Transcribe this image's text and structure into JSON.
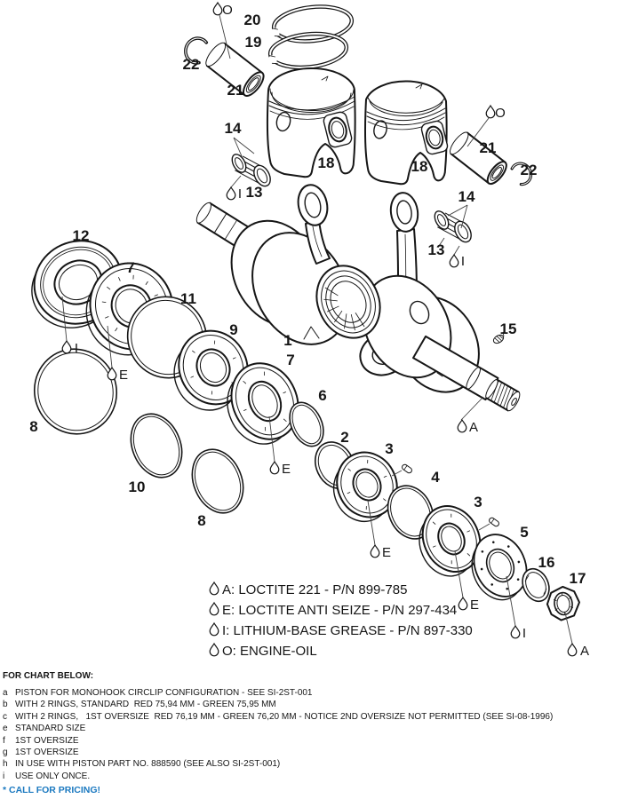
{
  "labels": {
    "oil_top": "O",
    "n20": "20",
    "n19": "19",
    "n22_left": "22",
    "n21_left": "21",
    "n18_left": "18",
    "n18_right": "18",
    "n14_left": "14",
    "n13_left": "13",
    "i_13_left": "I",
    "oil_right": "O",
    "n21_right": "21",
    "n22_right": "22",
    "n14_right": "14",
    "n13_right": "13",
    "i_13_right": "I",
    "n12": "12",
    "n7_left": "7",
    "n11": "11",
    "i_12": "I",
    "e_7_left": "E",
    "n8_left": "8",
    "n10": "10",
    "n8_mid": "8",
    "n9": "9",
    "n1": "1",
    "n7_mid": "7",
    "e_7_mid": "E",
    "n6": "6",
    "n2": "2",
    "n3_left": "3",
    "n4": "4",
    "e_3_left": "E",
    "n3_right": "3",
    "n5": "5",
    "e_3_right": "E",
    "n16": "16",
    "n17": "17",
    "i_5": "I",
    "a_17": "A",
    "n15": "15",
    "a_shaft": "A"
  },
  "legend": {
    "a": "A: LOCTITE 221 - P/N 899-785",
    "e": "E: LOCTITE ANTI SEIZE - P/N 297-434",
    "i": "I:  LITHIUM-BASE GREASE - P/N 897-330",
    "o": "O: ENGINE-OIL"
  },
  "notes": {
    "title": "FOR CHART BELOW:",
    "rows": [
      {
        "key": "a",
        "text": "PISTON FOR MONOHOOK CIRCLIP CONFIGURATION - SEE SI-2ST-001"
      },
      {
        "key": "b",
        "text": "WITH 2 RINGS, STANDARD  RED 75,94 MM - GREEN 75,95 MM"
      },
      {
        "key": "c",
        "text": "WITH 2 RINGS,   1ST OVERSIZE  RED 76,19 MM - GREEN 76,20 MM - NOTICE 2ND OVERSIZE NOT PERMITTED (SEE SI-08-1996)"
      },
      {
        "key": "e",
        "text": "STANDARD SIZE"
      },
      {
        "key": "f",
        "text": "1ST OVERSIZE"
      },
      {
        "key": "g",
        "text": "1ST OVERSIZE"
      },
      {
        "key": "h",
        "text": "IN USE WITH PISTON PART NO. 888590 (SEE ALSO SI-2ST-001)"
      },
      {
        "key": "i",
        "text": "USE ONLY ONCE."
      }
    ],
    "footer": "* CALL FOR PRICING!"
  },
  "colors": {
    "ink": "#161616",
    "accent_blue": "#1b79c0"
  }
}
